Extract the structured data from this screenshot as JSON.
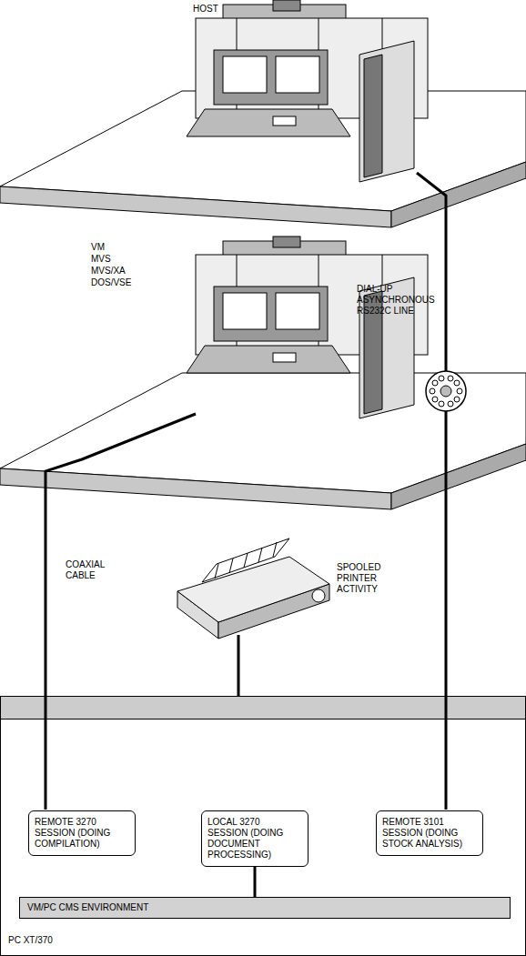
{
  "diagram": {
    "nodes": [
      {
        "text": [
          "PC XT/370"
        ]
      },
      {
        "text": [
          "REMOTE 3270 SESSION (DOING COMPILATION)"
        ],
        "in": 0
      },
      {
        "text": [
          "LOCAL 3270 SESSION (DOING DOCUMENT PROCESSING)"
        ],
        "in": 0
      },
      {
        "text": [
          "REMOTE 3101 SESSION (DOING STOCK ANALYSIS)"
        ],
        "in": 0
      },
      {
        "text": [
          "VM/PC CMS ENVIRONMENT"
        ],
        "in": 0
      }
    ],
    "edges": [
      {
        "from": 2,
        "to": 4,
        "arrow": "none"
      }
    ],
    "labels": [
      "HOST",
      "VM",
      "MVS",
      "MVS/XA",
      "DOS/VSE",
      "DIAL-UP ASYNCHRONOUS RS232C LINE",
      "COAXIAL CABLE",
      "SPOOLED PRINTER ACTIVITY"
    ]
  }
}
